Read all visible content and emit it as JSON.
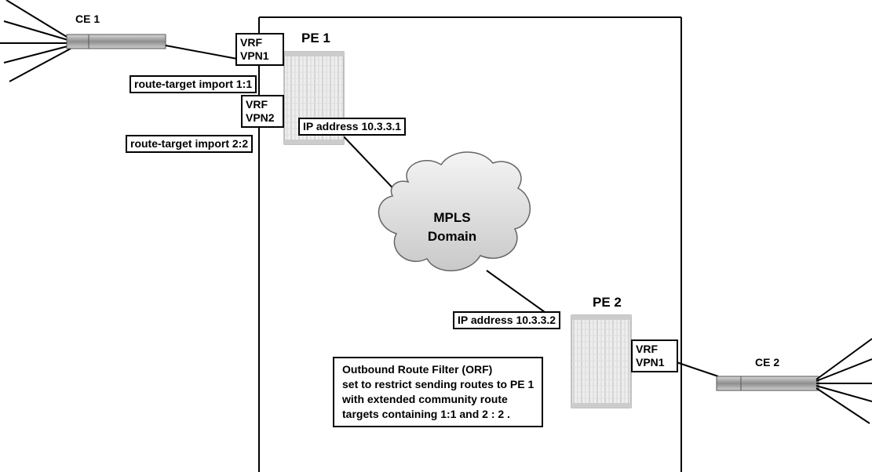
{
  "devices": {
    "ce1": "CE 1",
    "ce2": "CE 2",
    "pe1": "PE 1",
    "pe2": "PE 2"
  },
  "pe1_labels": {
    "vrf1_line1": "VRF",
    "vrf1_line2": "VPN1",
    "rt1": "route-target import 1:1",
    "vrf2_line1": "VRF",
    "vrf2_line2": "VPN2",
    "rt2": "route-target import 2:2",
    "ip": "IP  address 10.3.3.1"
  },
  "cloud": {
    "line1": "MPLS",
    "line2": "Domain"
  },
  "pe2_labels": {
    "ip": "IP  address 10.3.3.2",
    "vrf_line1": "VRF",
    "vrf_line2": "VPN1"
  },
  "orf_note": {
    "line1": "Outbound Route Filter (ORF)",
    "line2": "set to restrict sending routes to PE 1",
    "line3": "with extended community route",
    "line4": "targets containing 1:1 and 2 : 2 ."
  }
}
